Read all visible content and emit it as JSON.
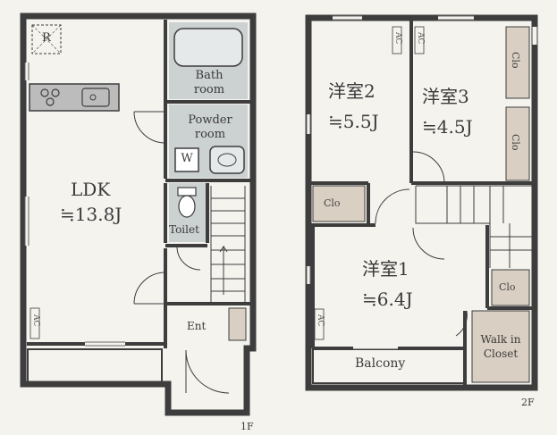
{
  "floor1": {
    "label": "1F",
    "rooms": {
      "ldk_name": "LDK",
      "ldk_size": "≒13.8J",
      "bath": "Bath room",
      "powder": "Powder room",
      "toilet": "Toilet",
      "ent": "Ent"
    },
    "marks": {
      "refrigerator": "R",
      "washer": "W",
      "ac": "AC"
    }
  },
  "floor2": {
    "label": "2F",
    "rooms": {
      "room1_name": "洋室1",
      "room1_size": "≒6.4J",
      "room2_name": "洋室2",
      "room2_size": "≒5.5J",
      "room3_name": "洋室3",
      "room3_size": "≒4.5J",
      "balcony": "Balcony",
      "walkin": "Walk in Closet",
      "clo": "Clo"
    },
    "marks": {
      "ac": "AC"
    }
  },
  "colors": {
    "background": "#f5f3ee",
    "wall": "#3d3d3d",
    "wet_area": "#ccd1d2",
    "closet": "#d9cfc3",
    "counter": "#bcbcbc"
  }
}
